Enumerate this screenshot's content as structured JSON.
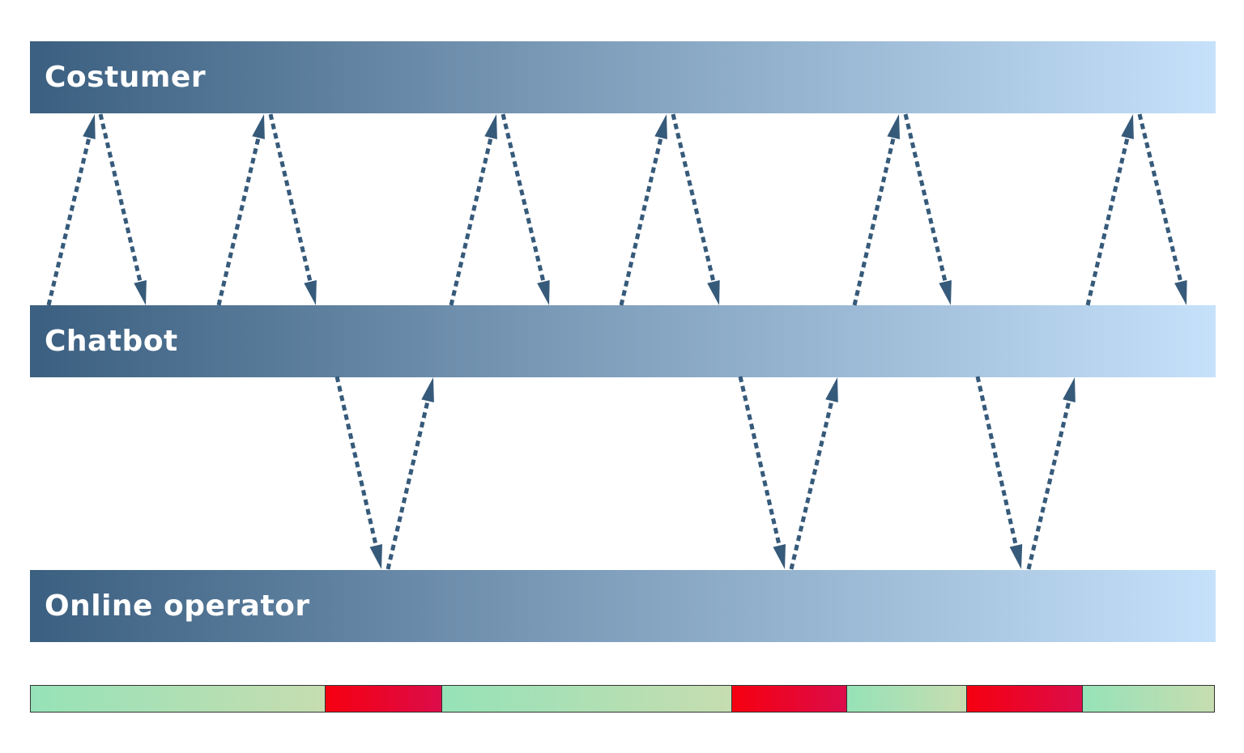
{
  "lanes": {
    "customer": "Costumer",
    "chatbot": "Chatbot",
    "operator": "Online operator"
  },
  "colors": {
    "arrow": "#365a7a",
    "lane_start": "#3b5f80",
    "lane_end": "#c6e1fa",
    "segment_green_start": "#96e2b8",
    "segment_green_end": "#c6ddb0",
    "segment_red_start": "#f60010",
    "segment_red_end": "#dc0c4a"
  },
  "arrows": [
    {
      "from": "chatbot",
      "to": "customer"
    },
    {
      "from": "customer",
      "to": "chatbot"
    },
    {
      "from": "chatbot",
      "to": "customer"
    },
    {
      "from": "customer",
      "to": "chatbot"
    },
    {
      "from": "chatbot",
      "to": "operator"
    },
    {
      "from": "operator",
      "to": "chatbot"
    },
    {
      "from": "chatbot",
      "to": "customer"
    },
    {
      "from": "customer",
      "to": "chatbot"
    },
    {
      "from": "chatbot",
      "to": "customer"
    },
    {
      "from": "customer",
      "to": "chatbot"
    },
    {
      "from": "chatbot",
      "to": "operator"
    },
    {
      "from": "operator",
      "to": "chatbot"
    },
    {
      "from": "chatbot",
      "to": "customer"
    },
    {
      "from": "customer",
      "to": "chatbot"
    },
    {
      "from": "chatbot",
      "to": "operator"
    },
    {
      "from": "operator",
      "to": "chatbot"
    },
    {
      "from": "chatbot",
      "to": "customer"
    },
    {
      "from": "customer",
      "to": "chatbot"
    }
  ],
  "timeline": [
    {
      "state": "green",
      "share": 0.249
    },
    {
      "state": "red",
      "share": 0.099
    },
    {
      "state": "green",
      "share": 0.245
    },
    {
      "state": "red",
      "share": 0.097
    },
    {
      "state": "green",
      "share": 0.101
    },
    {
      "state": "red",
      "share": 0.098
    },
    {
      "state": "green",
      "share": 0.111
    }
  ]
}
